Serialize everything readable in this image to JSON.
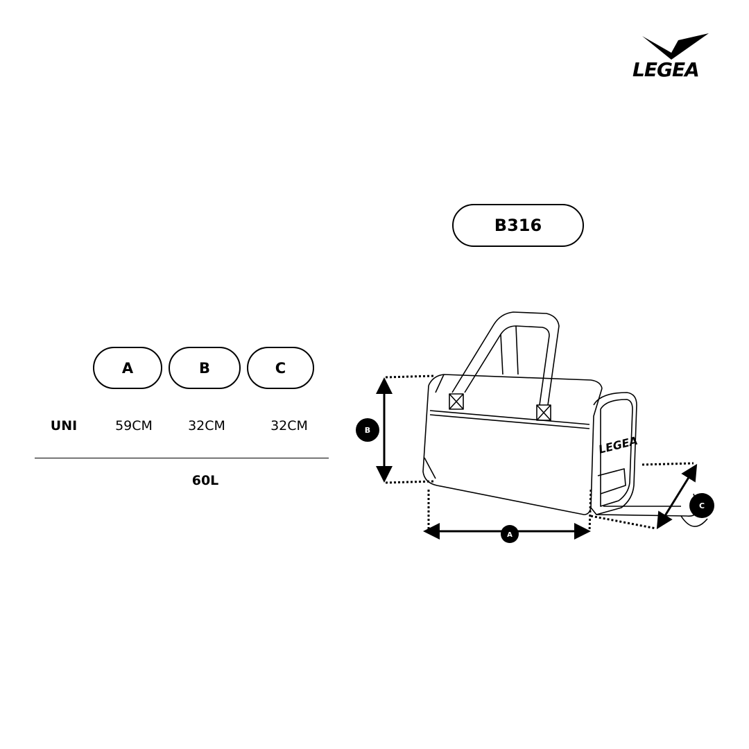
{
  "brand": {
    "name": "LEGEA"
  },
  "product": {
    "code": "B316"
  },
  "size_table": {
    "columns": [
      "A",
      "B",
      "C"
    ],
    "row_label": "UNI",
    "values": [
      "59CM",
      "32CM",
      "32CM"
    ],
    "capacity": "60L"
  },
  "diagram": {
    "labels": {
      "a": "A",
      "b": "B",
      "c": "C"
    },
    "bag_logo": "LEGEA"
  }
}
